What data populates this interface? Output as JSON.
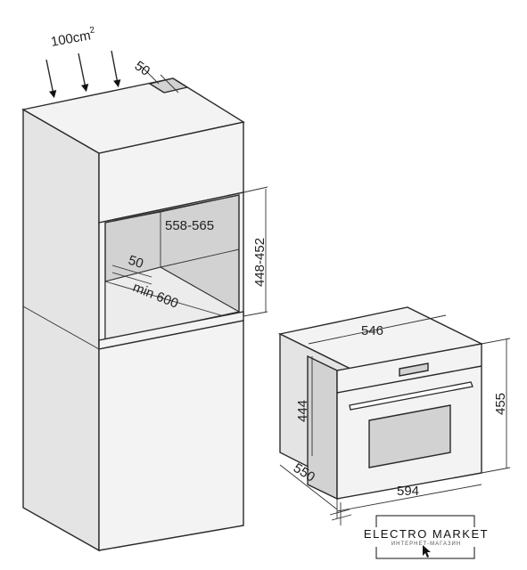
{
  "labels": {
    "vent_area": "100cm",
    "vent_area_sup": "2",
    "top_gap": "50",
    "niche_width": "558-565",
    "niche_height": "448-452",
    "floor_gap": "50",
    "niche_depth": "min 600",
    "oven_width_top": "546",
    "oven_height_body": "444",
    "oven_height_total": "455",
    "oven_depth": "550",
    "oven_width_front": "594"
  },
  "logo": {
    "title": "ELECTRO MARKET",
    "subtitle": "ИНТЕРНЕТ-МАГАЗИН"
  },
  "colors": {
    "line": "#2a2a2a",
    "face_light": "#f3f3f3",
    "face_mid": "#e4e4e4",
    "face_dark": "#d2d2d2"
  }
}
